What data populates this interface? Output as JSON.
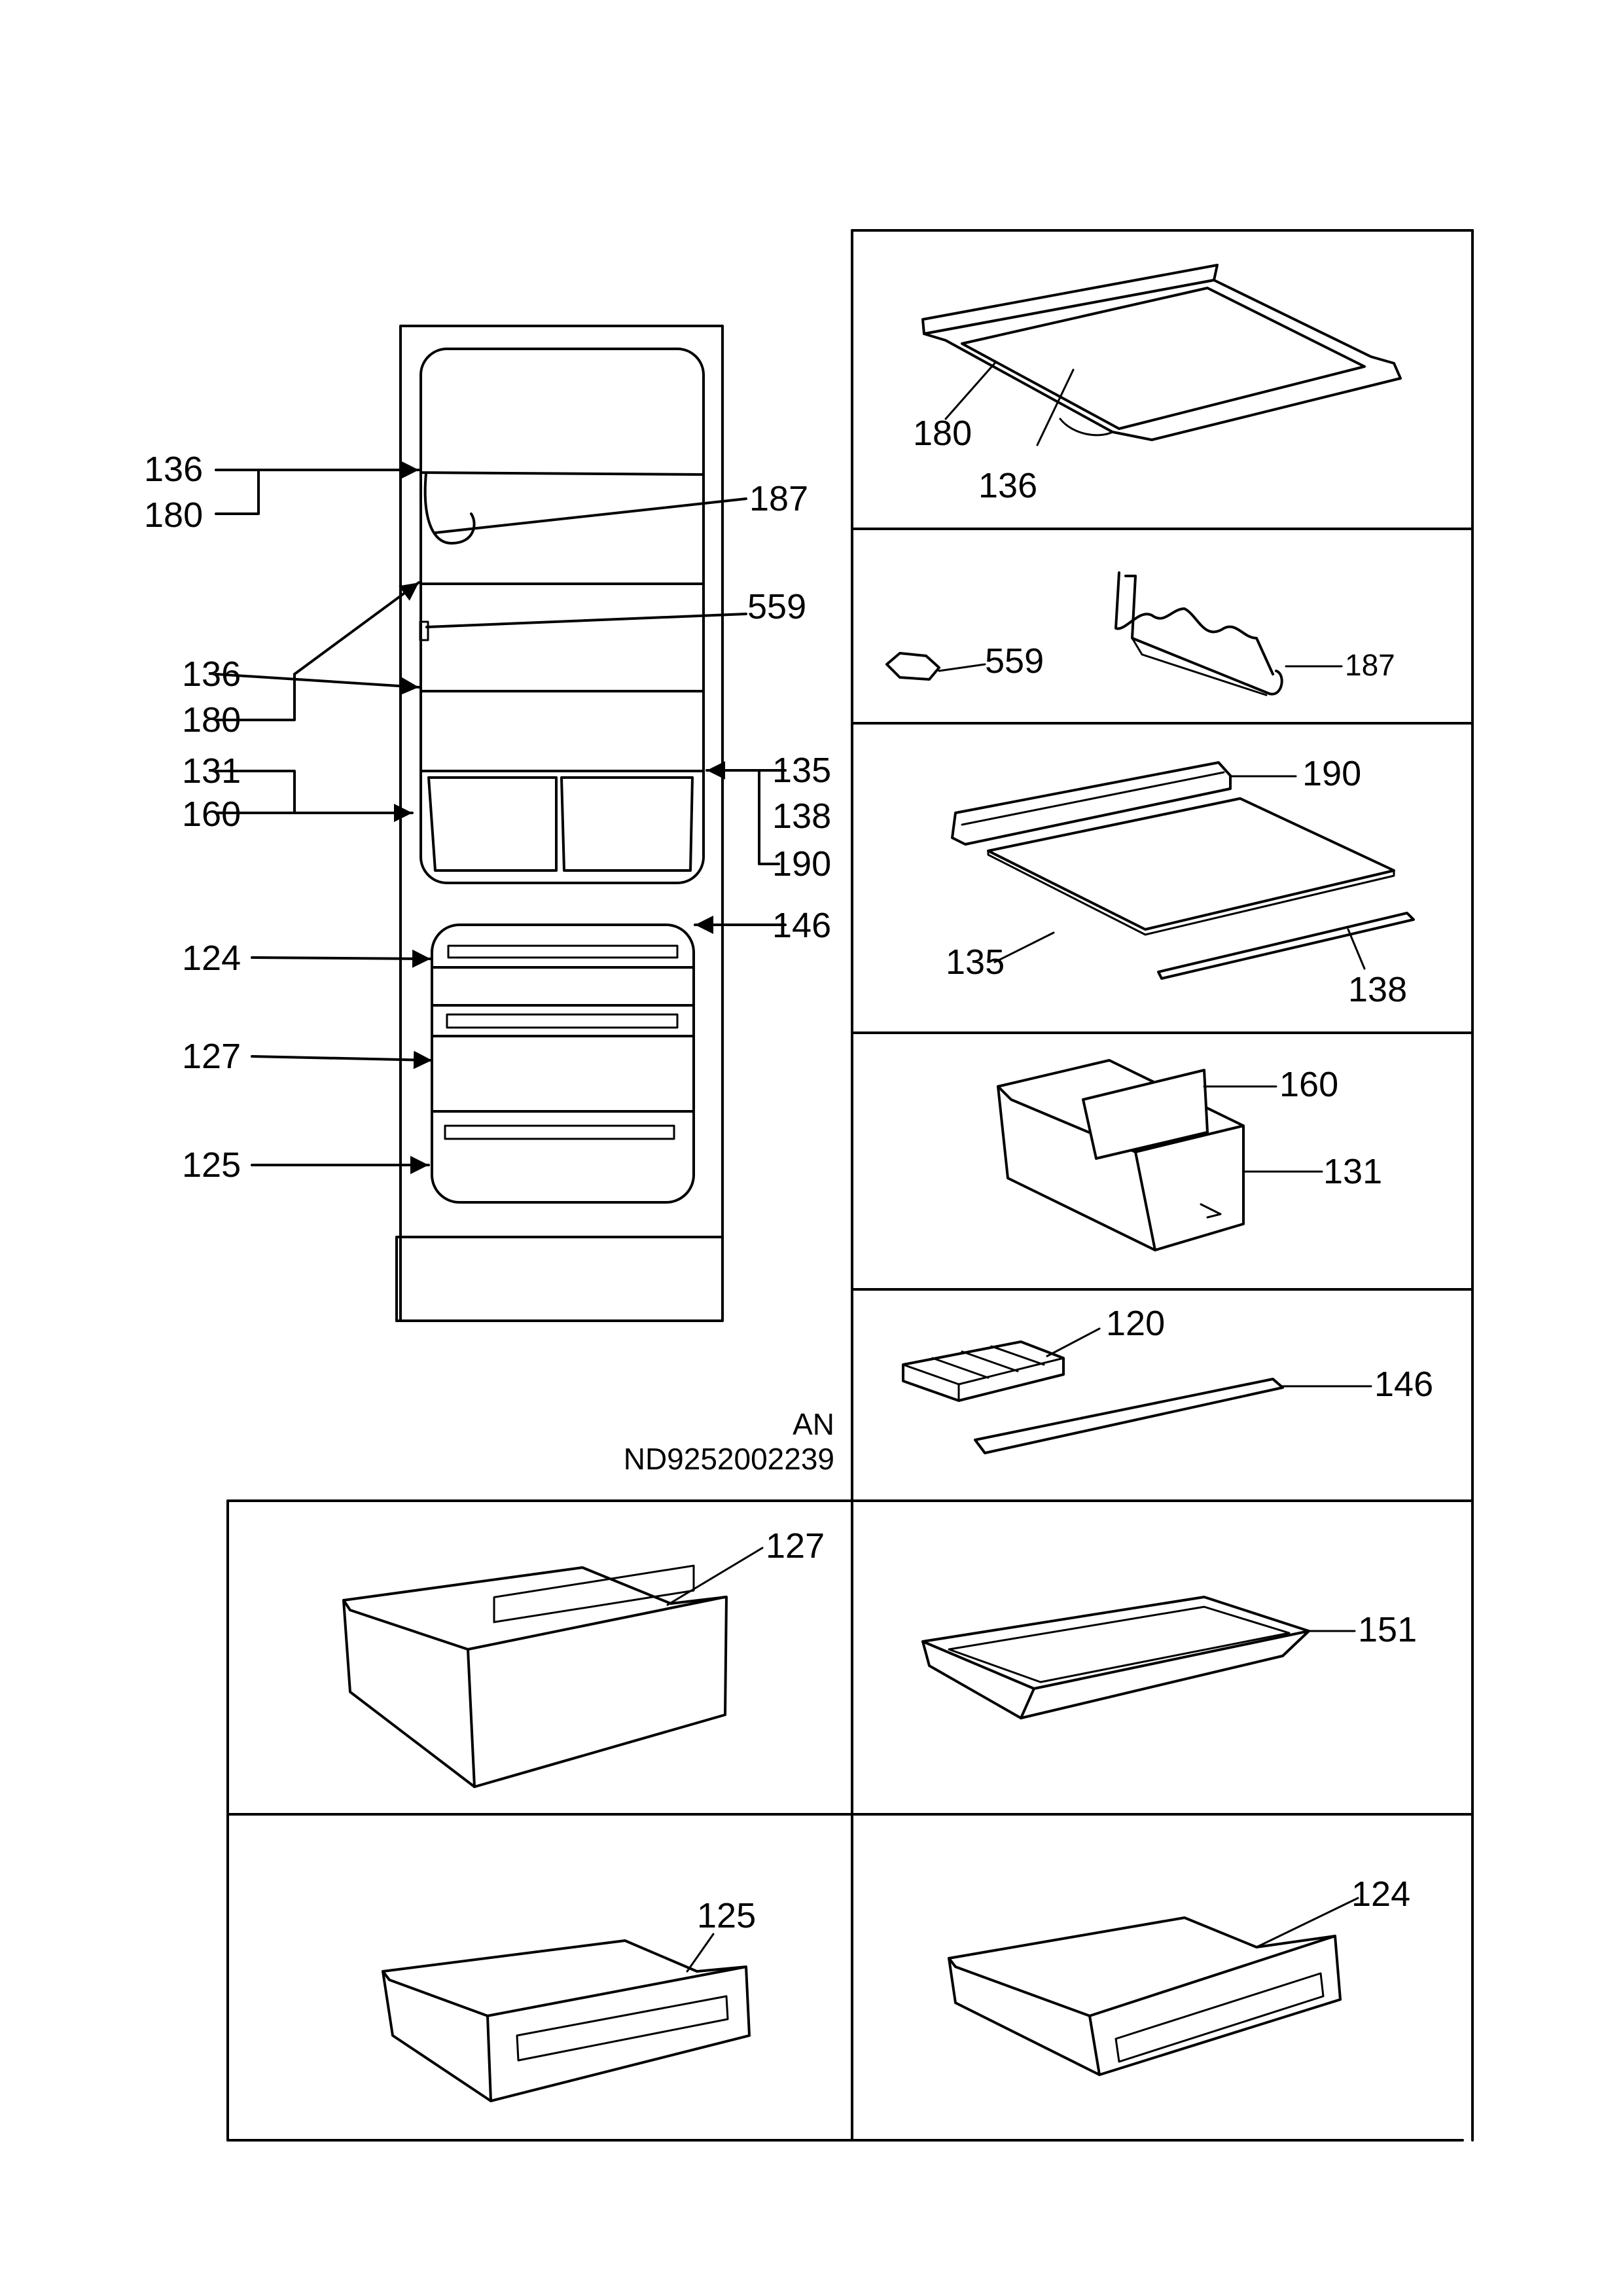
{
  "overview": {
    "labels": {
      "l136a": "136",
      "l180a": "180",
      "l187": "187",
      "l559": "559",
      "l136b": "136",
      "l180b": "180",
      "l131": "131",
      "l160": "160",
      "l135": "135",
      "l138": "138",
      "l190": "190",
      "l146": "146",
      "l124": "124",
      "l127": "127",
      "l125": "125"
    },
    "ref_line1": "AN",
    "ref_line2": "ND9252002239"
  },
  "panels": {
    "p1": {
      "l180": "180",
      "l136": "136"
    },
    "p2": {
      "l559": "559",
      "l187": "187"
    },
    "p3": {
      "l190": "190",
      "l135": "135",
      "l138": "138"
    },
    "p4": {
      "l160": "160",
      "l131": "131"
    },
    "p5": {
      "l120": "120",
      "l146": "146"
    },
    "p6": {
      "l127": "127"
    },
    "p7": {
      "l151": "151"
    },
    "p8": {
      "l125": "125"
    },
    "p9": {
      "l124": "124"
    }
  }
}
